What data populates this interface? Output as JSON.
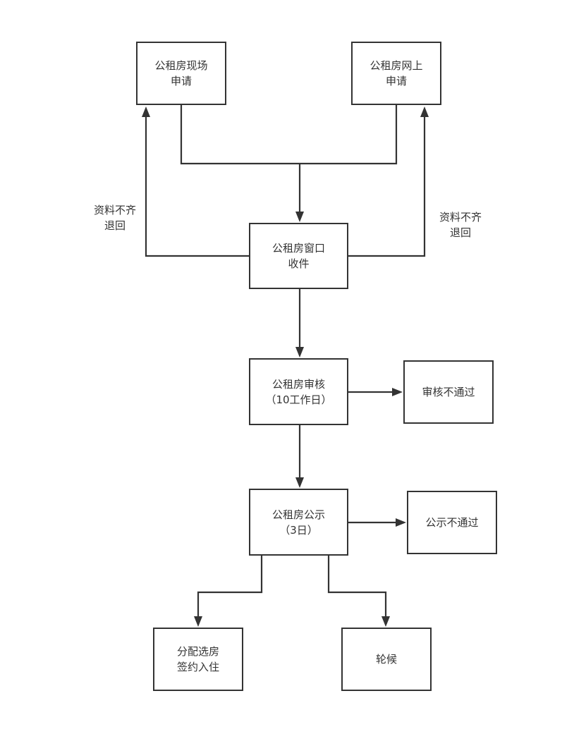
{
  "nodes": {
    "onsite_apply": {
      "line1": "公租房现场",
      "line2": "申请"
    },
    "online_apply": {
      "line1": "公租房网上",
      "line2": "申请"
    },
    "window_receive": {
      "line1": "公租房窗口",
      "line2": "收件"
    },
    "review": {
      "line1": "公租房审核",
      "line2": "（10工作日）"
    },
    "review_fail": {
      "line1": "审核不通过"
    },
    "publicity": {
      "line1": "公租房公示",
      "line2": "（3日）"
    },
    "publicity_fail": {
      "line1": "公示不通过"
    },
    "allocate": {
      "line1": "分配选房",
      "line2": "签约入住"
    },
    "waiting": {
      "line1": "轮候"
    }
  },
  "edge_labels": {
    "return_left": {
      "line1": "资料不齐",
      "line2": "退回"
    },
    "return_right": {
      "line1": "资料不齐",
      "line2": "退回"
    }
  },
  "colors": {
    "stroke": "#333333",
    "text": "#333333",
    "background": "#ffffff"
  }
}
